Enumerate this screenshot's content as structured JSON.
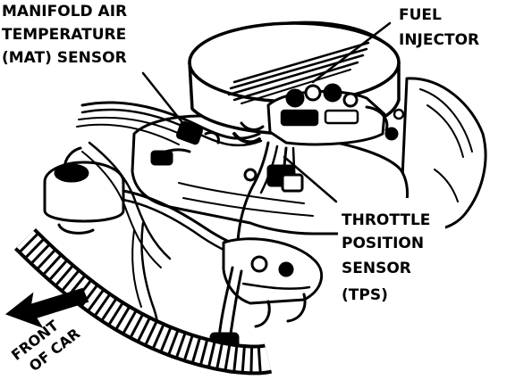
{
  "diagram": {
    "labels": {
      "mat_sensor": [
        "MANIFOLD AIR",
        "TEMPERATURE",
        "(MAT) SENSOR"
      ],
      "fuel_injector": [
        "FUEL",
        "INJECTOR"
      ],
      "tps": [
        "THROTTLE",
        "POSITION",
        "SENSOR",
        "(TPS)"
      ],
      "front_of_car": [
        "FRONT",
        "OF CAR"
      ]
    },
    "colors": {
      "ink": "#000000",
      "paper": "#ffffff"
    },
    "icons": {
      "front_arrow": "arrow-up-left-icon"
    }
  }
}
